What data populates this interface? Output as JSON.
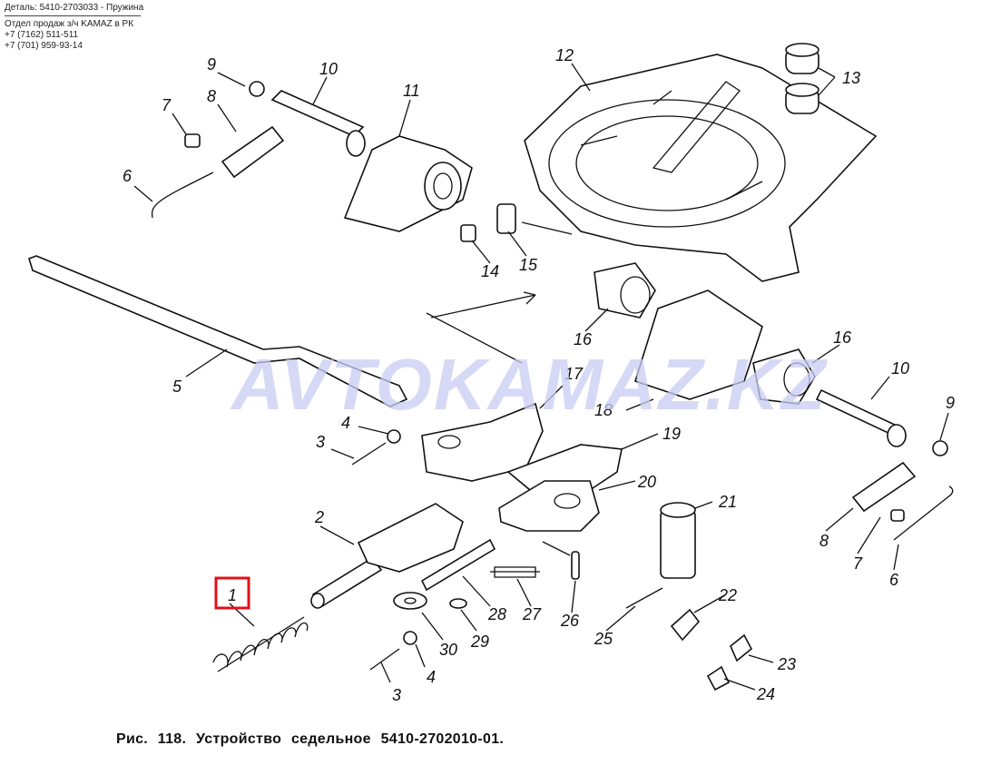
{
  "header": {
    "detail_line": "Деталь: 5410-2703033 - Пружина",
    "dept_line": "Отдел продаж з/ч KAMAZ в РК",
    "phone1": "+7 (7162) 511-511",
    "phone2": "+7 (701) 959-93-14"
  },
  "watermark": "AVTOKAMAZ.KZ",
  "caption": "Рис. 118. Устройство седельное 5410-2702010-01.",
  "highlight_color": "#e0101a",
  "highlighted_label": "1",
  "labels": {
    "l1": "1",
    "l2": "2",
    "l3a": "3",
    "l3b": "3",
    "l4a": "4",
    "l4b": "4",
    "l5": "5",
    "l6a": "6",
    "l6b": "6",
    "l7a": "7",
    "l7b": "7",
    "l8a": "8",
    "l8b": "8",
    "l9a": "9",
    "l9b": "9",
    "l10a": "10",
    "l10b": "10",
    "l11": "11",
    "l12": "12",
    "l13": "13",
    "l14": "14",
    "l15": "15",
    "l16a": "16",
    "l16b": "16",
    "l17": "17",
    "l18": "18",
    "l19": "19",
    "l20": "20",
    "l21": "21",
    "l22": "22",
    "l23": "23",
    "l24": "24",
    "l25": "25",
    "l26": "26",
    "l27": "27",
    "l28": "28",
    "l29": "29",
    "l30": "30"
  }
}
